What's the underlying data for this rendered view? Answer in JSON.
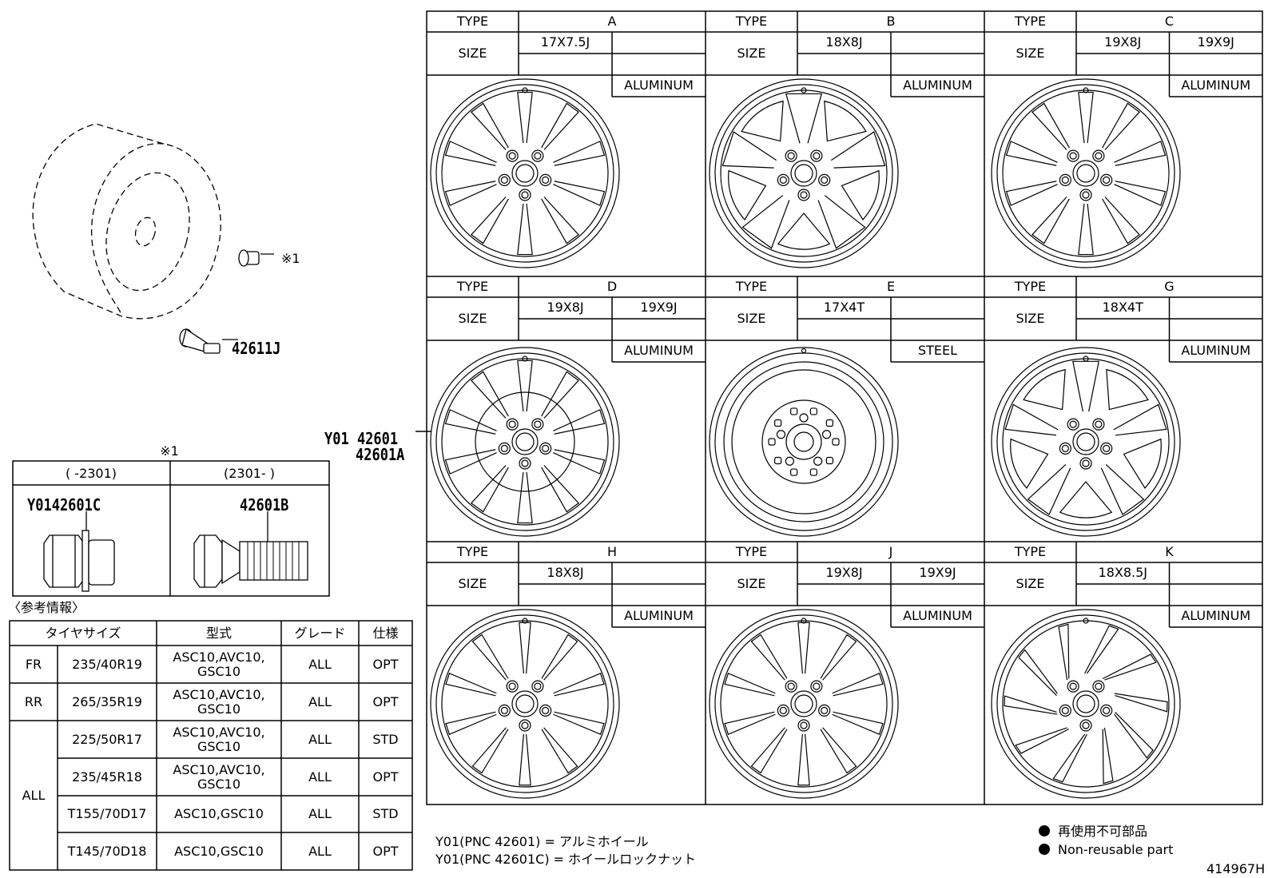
{
  "wheel_grid": {
    "type_label": "TYPE",
    "size_label": "SIZE",
    "cells": [
      {
        "type": "A",
        "sizes": [
          "17X7.5J",
          ""
        ],
        "material": "ALUMINUM",
        "style": "twin10"
      },
      {
        "type": "B",
        "sizes": [
          "18X8J",
          ""
        ],
        "material": "ALUMINUM",
        "style": "five_wide"
      },
      {
        "type": "C",
        "sizes": [
          "19X8J",
          "19X9J"
        ],
        "material": "ALUMINUM",
        "style": "twin10b"
      },
      {
        "type": "D",
        "sizes": [
          "19X8J",
          "19X9J"
        ],
        "material": "ALUMINUM",
        "style": "mesh"
      },
      {
        "type": "E",
        "sizes": [
          "17X4T",
          ""
        ],
        "material": "STEEL",
        "style": "steel"
      },
      {
        "type": "G",
        "sizes": [
          "18X4T",
          ""
        ],
        "material": "ALUMINUM",
        "style": "five_star"
      },
      {
        "type": "H",
        "sizes": [
          "18X8J",
          ""
        ],
        "material": "ALUMINUM",
        "style": "five_split"
      },
      {
        "type": "J",
        "sizes": [
          "19X8J",
          "19X9J"
        ],
        "material": "ALUMINUM",
        "style": "five_split_b"
      },
      {
        "type": "K",
        "sizes": [
          "18X8.5J",
          ""
        ],
        "material": "ALUMINUM",
        "style": "twist"
      }
    ]
  },
  "callouts": {
    "main_line1": "Y01 42601",
    "main_line2": "42601A",
    "valve": "42611J",
    "ref_mark": "※1"
  },
  "nut_table": {
    "title": "※1",
    "col1_header": "(     -2301)",
    "col2_header": "(2301-      )",
    "col1_part": "Y0142601C",
    "col2_part": "42601B"
  },
  "reference": {
    "title": "〈参考情報〉",
    "headers": [
      "タイヤサイズ",
      "型式",
      "グレード",
      "仕様"
    ],
    "rows": [
      {
        "pos": "FR",
        "tire": "235/40R19",
        "model": "ASC10,AVC10,\nGSC10",
        "grade": "ALL",
        "spec": "OPT"
      },
      {
        "pos": "RR",
        "tire": "265/35R19",
        "model": "ASC10,AVC10,\nGSC10",
        "grade": "ALL",
        "spec": "OPT"
      },
      {
        "pos": "ALL",
        "tire": "225/50R17",
        "model": "ASC10,AVC10,\nGSC10",
        "grade": "ALL",
        "spec": "STD"
      },
      {
        "pos": "",
        "tire": "235/45R18",
        "model": "ASC10,AVC10,\nGSC10",
        "grade": "ALL",
        "spec": "OPT"
      },
      {
        "pos": "",
        "tire": "T155/70D17",
        "model": "ASC10,GSC10",
        "grade": "ALL",
        "spec": "STD"
      },
      {
        "pos": "",
        "tire": "T145/70D18",
        "model": "ASC10,GSC10",
        "grade": "ALL",
        "spec": "OPT"
      }
    ]
  },
  "notes": {
    "line1": "Y01(PNC 42601) = アルミホイール",
    "line2": "Y01(PNC 42601C) = ホイールロックナット"
  },
  "legend": {
    "line1": "再使用不可部品",
    "line2": "Non-reusable part"
  },
  "figure_id": "414967H"
}
